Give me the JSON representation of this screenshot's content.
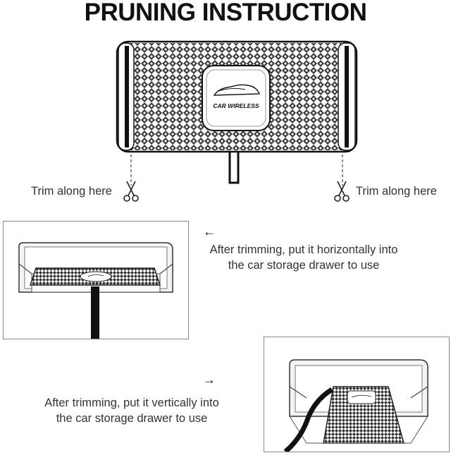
{
  "title": "PRUNING INSTRUCTION",
  "pad_label": "CAR WIRELESS",
  "trim_left": "Trim along here",
  "trim_right": "Trim along here",
  "horizontal": {
    "arrow": "←",
    "line1": "After trimming, put it horizontally into",
    "line2": "the car storage drawer to use"
  },
  "vertical": {
    "arrow": "→",
    "line1": "After trimming, put it vertically into",
    "line2": "the car storage drawer to use"
  },
  "icons": [
    "scissors-icon",
    "car-icon",
    "arrow-left-icon",
    "arrow-right-icon"
  ]
}
